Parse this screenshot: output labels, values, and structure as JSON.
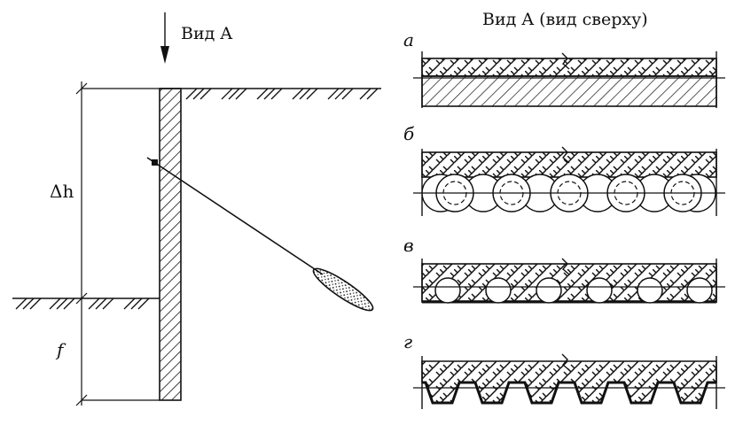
{
  "view_arrow_label": "Вид A",
  "view_top_title": "Вид A (вид сверху)",
  "dimension_labels": {
    "delta_h": "Δh",
    "f": "f"
  },
  "variants": [
    {
      "key": "a",
      "label": "а",
      "type": "dual-layer"
    },
    {
      "key": "b",
      "label": "б",
      "type": "secant-piles"
    },
    {
      "key": "v",
      "label": "в",
      "type": "tangent-piles"
    },
    {
      "key": "g",
      "label": "г",
      "type": "sheet-piles"
    }
  ],
  "icons": [
    "view-arrow-icon",
    "break-mark-icon",
    "ground-hatch-icon",
    "anchor-grout-icon"
  ]
}
